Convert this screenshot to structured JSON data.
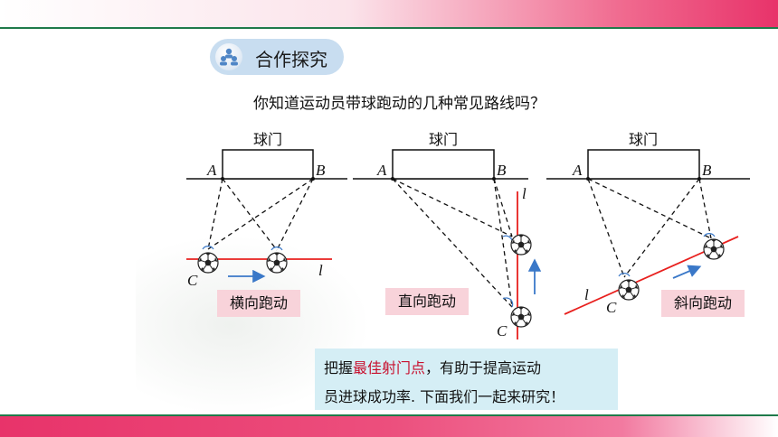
{
  "section_badge": {
    "label": "合作探究",
    "icon": "people-icon"
  },
  "question": "你知道运动员带球跑动的几种常见路线吗？",
  "diagrams": [
    {
      "goal_label": "球门",
      "point_a": "A",
      "point_b": "B",
      "point_c": "C",
      "line_label": "l",
      "tag": "横向跑动"
    },
    {
      "goal_label": "球门",
      "point_a": "A",
      "point_b": "B",
      "point_c": "C",
      "line_label": "l",
      "tag": "直向跑动"
    },
    {
      "goal_label": "球门",
      "point_a": "A",
      "point_b": "B",
      "point_c": "C",
      "line_label": "l",
      "tag": "斜向跑动"
    }
  ],
  "info": {
    "line1_pre": "把握",
    "line1_highlight": "最佳射门点",
    "line1_post": "，有助于提高运动",
    "line2": "员进球成功率. 下面我们一起来研究！"
  },
  "colors": {
    "accent_red": "#e8336a",
    "route_line": "#e8201e",
    "arrow": "#3a78c8",
    "tag_bg": "#f8d3da",
    "info_bg": "#d5eef5"
  }
}
